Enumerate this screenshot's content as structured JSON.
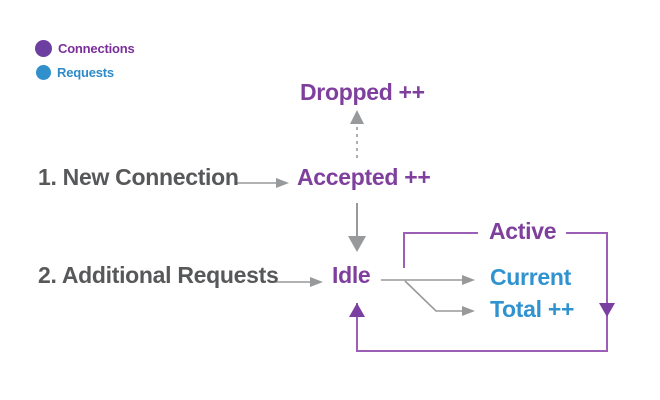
{
  "legend": {
    "items": [
      {
        "label": "Connections",
        "dot_color": "#6d3fa0",
        "text_color": "#7b2f9b"
      },
      {
        "label": "Requests",
        "dot_color": "#3090cb",
        "text_color": "#2e8bc8"
      }
    ]
  },
  "nodes": {
    "dropped": {
      "label": "Dropped ++",
      "color": "purple"
    },
    "accepted": {
      "label": "Accepted ++",
      "color": "purple"
    },
    "step1": {
      "label": "1. New Connection",
      "color": "gray"
    },
    "step2": {
      "label": "2. Additional Requests",
      "color": "gray"
    },
    "idle": {
      "label": "Idle",
      "color": "purple"
    },
    "active": {
      "label": "Active",
      "color": "purple"
    },
    "current": {
      "label": "Current",
      "color": "blue"
    },
    "total": {
      "label": "Total ++",
      "color": "blue"
    }
  },
  "colors": {
    "background": "#ffffff",
    "purple_text": "#7e3f9d",
    "purple_line": "#9b5fb6",
    "purple_arrow": "#7a3fa0",
    "blue_text": "#3093cf",
    "gray_text": "#57585a",
    "gray_line": "#97999b"
  }
}
